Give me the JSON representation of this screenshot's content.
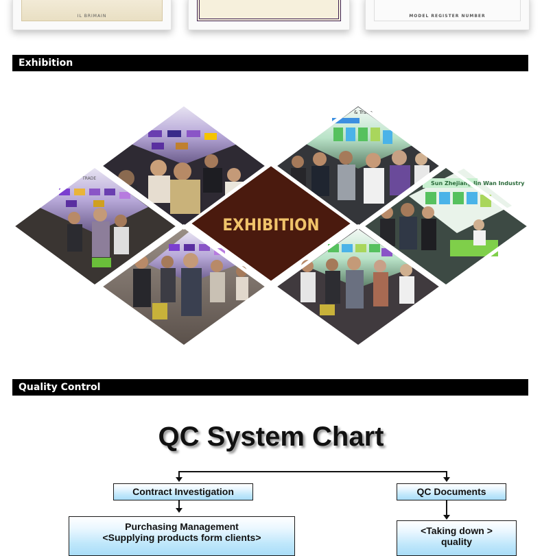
{
  "certificates": [
    {
      "caption": "IL BRIMAIN"
    },
    {
      "caption": ""
    },
    {
      "caption": "MODEL REGISTER NUMBER"
    }
  ],
  "sections": {
    "exhibition": {
      "title": "Exhibition"
    },
    "quality_control": {
      "title": "Quality Control"
    }
  },
  "exhibition_collage": {
    "center_label": "EXHIBITION",
    "center_color": "#4a1a0e",
    "label_color": "#f0c36a",
    "photos": [
      {
        "name": "photo-top-left",
        "sign": ""
      },
      {
        "name": "photo-top-right",
        "sign": "& Trade"
      },
      {
        "name": "photo-left",
        "sign": "TRADE"
      },
      {
        "name": "photo-right",
        "sign": "Sun Zhejiang Jin Wan Industry"
      },
      {
        "name": "photo-bottom-left",
        "sign": ""
      },
      {
        "name": "photo-bottom-right",
        "sign": ""
      }
    ]
  },
  "qc_chart": {
    "title": "QC System Chart",
    "nodes": {
      "contract_investigation": "Contract Investigation",
      "qc_documents": "QC Documents",
      "purchasing_line1": "Purchasing Management",
      "purchasing_line2": "<Supplying products form clients>",
      "taking_down_line1": "<Taking down >",
      "taking_down_line2": "quality"
    }
  }
}
